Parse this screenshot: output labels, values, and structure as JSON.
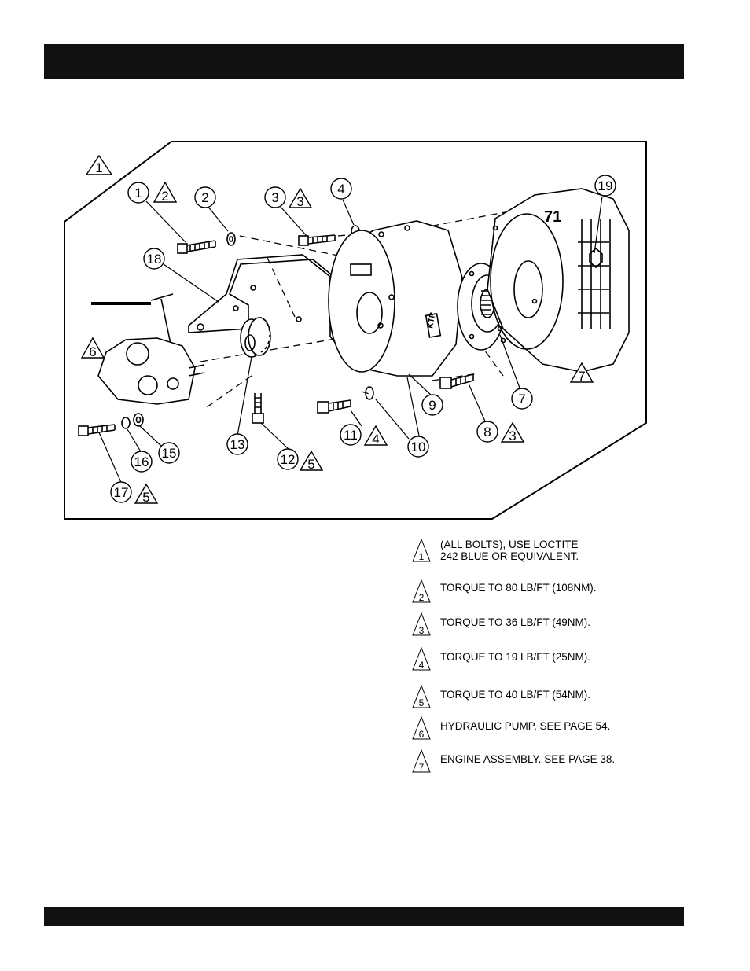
{
  "diagram": {
    "frame_flag": "1",
    "callouts": {
      "c1": "1",
      "c2": "2",
      "c3": "3",
      "c4": "4",
      "c7": "7",
      "c8": "8",
      "c9": "9",
      "c10": "10",
      "c11": "11",
      "c12": "12",
      "c13": "13",
      "c15": "15",
      "c16": "16",
      "c17": "17",
      "c18": "18",
      "c19": "19"
    },
    "flags": {
      "f1": "2",
      "f3": "3",
      "f6": "6",
      "f7": "7",
      "f8": "3",
      "f11": "4",
      "f12": "5",
      "f17": "5"
    },
    "bellhousing_mark": "KTR",
    "engine_mark": "71"
  },
  "notes": [
    {
      "flag": "1",
      "text": "(ALL BOLTS), USE LOCTITE\n242 BLUE OR EQUIVALENT."
    },
    {
      "flag": "2",
      "text": "TORQUE TO 80 LB/FT (108NM)."
    },
    {
      "flag": "3",
      "text": "TORQUE TO 36 LB/FT (49NM)."
    },
    {
      "flag": "4",
      "text": "TORQUE TO 19 LB/FT (25NM)."
    },
    {
      "flag": "5",
      "text": "TORQUE TO 40 LB/FT (54NM)."
    },
    {
      "flag": "6",
      "text": "HYDRAULIC PUMP, SEE PAGE 54."
    },
    {
      "flag": "7",
      "text": "ENGINE ASSEMBLY.   SEE PAGE 38."
    }
  ]
}
